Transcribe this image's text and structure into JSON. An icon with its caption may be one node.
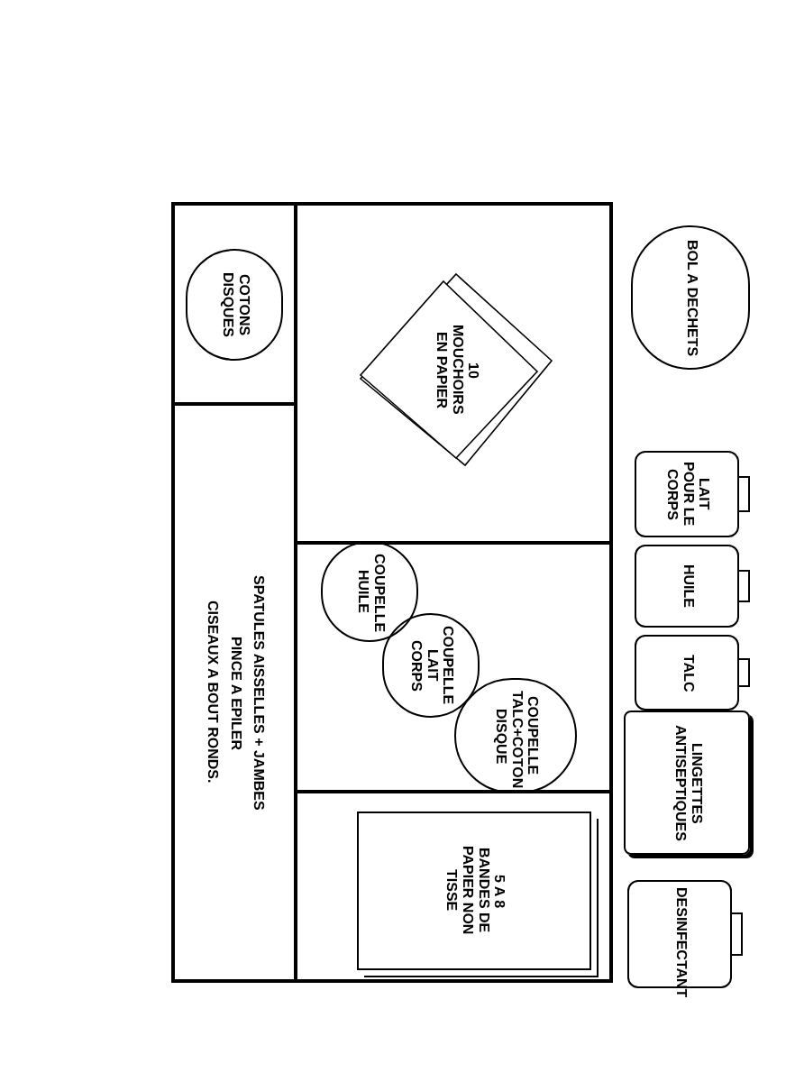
{
  "diagram": {
    "nodes": [
      {
        "text": [],
        "shape": "box"
      },
      {
        "text": [],
        "shape": "box",
        "in": 0
      },
      {
        "text": [
          "COTONS DISQUES"
        ],
        "in": 1
      },
      {
        "text": [
          "SPATULES AISSELLES + JAMBES",
          "PINCE A EPILER",
          "CISEAUX A BOUT RONDS."
        ],
        "in": 0
      },
      {
        "text": [],
        "shape": "box",
        "in": 0
      },
      {
        "text": [
          "10 MOUCHOIRS EN PAPIER"
        ],
        "in": 4
      },
      {
        "text": [],
        "shape": "box",
        "in": 0
      },
      {
        "text": [
          "COUPELLE HUILE"
        ],
        "in": 6
      },
      {
        "text": [
          "COUPELLE LAIT CORPS"
        ],
        "in": 6
      },
      {
        "text": [
          "COUPELLE TALC+COTON DISQUE"
        ],
        "in": 6
      },
      {
        "text": [],
        "shape": "box",
        "in": 0
      },
      {
        "text": [
          "5 A 8 BANDES DE PAPIER NON TISSE"
        ],
        "in": 10
      },
      {
        "text": [
          "BOL A DECHETS"
        ]
      },
      {
        "text": [
          "LAIT POUR LE CORPS"
        ]
      },
      {
        "text": [
          "HUILE"
        ]
      },
      {
        "text": [
          "TALC"
        ]
      },
      {
        "text": [
          "LINGETTES ANTISEPTIQUES"
        ]
      },
      {
        "text": [
          "DESINFECTANT"
        ]
      }
    ]
  }
}
